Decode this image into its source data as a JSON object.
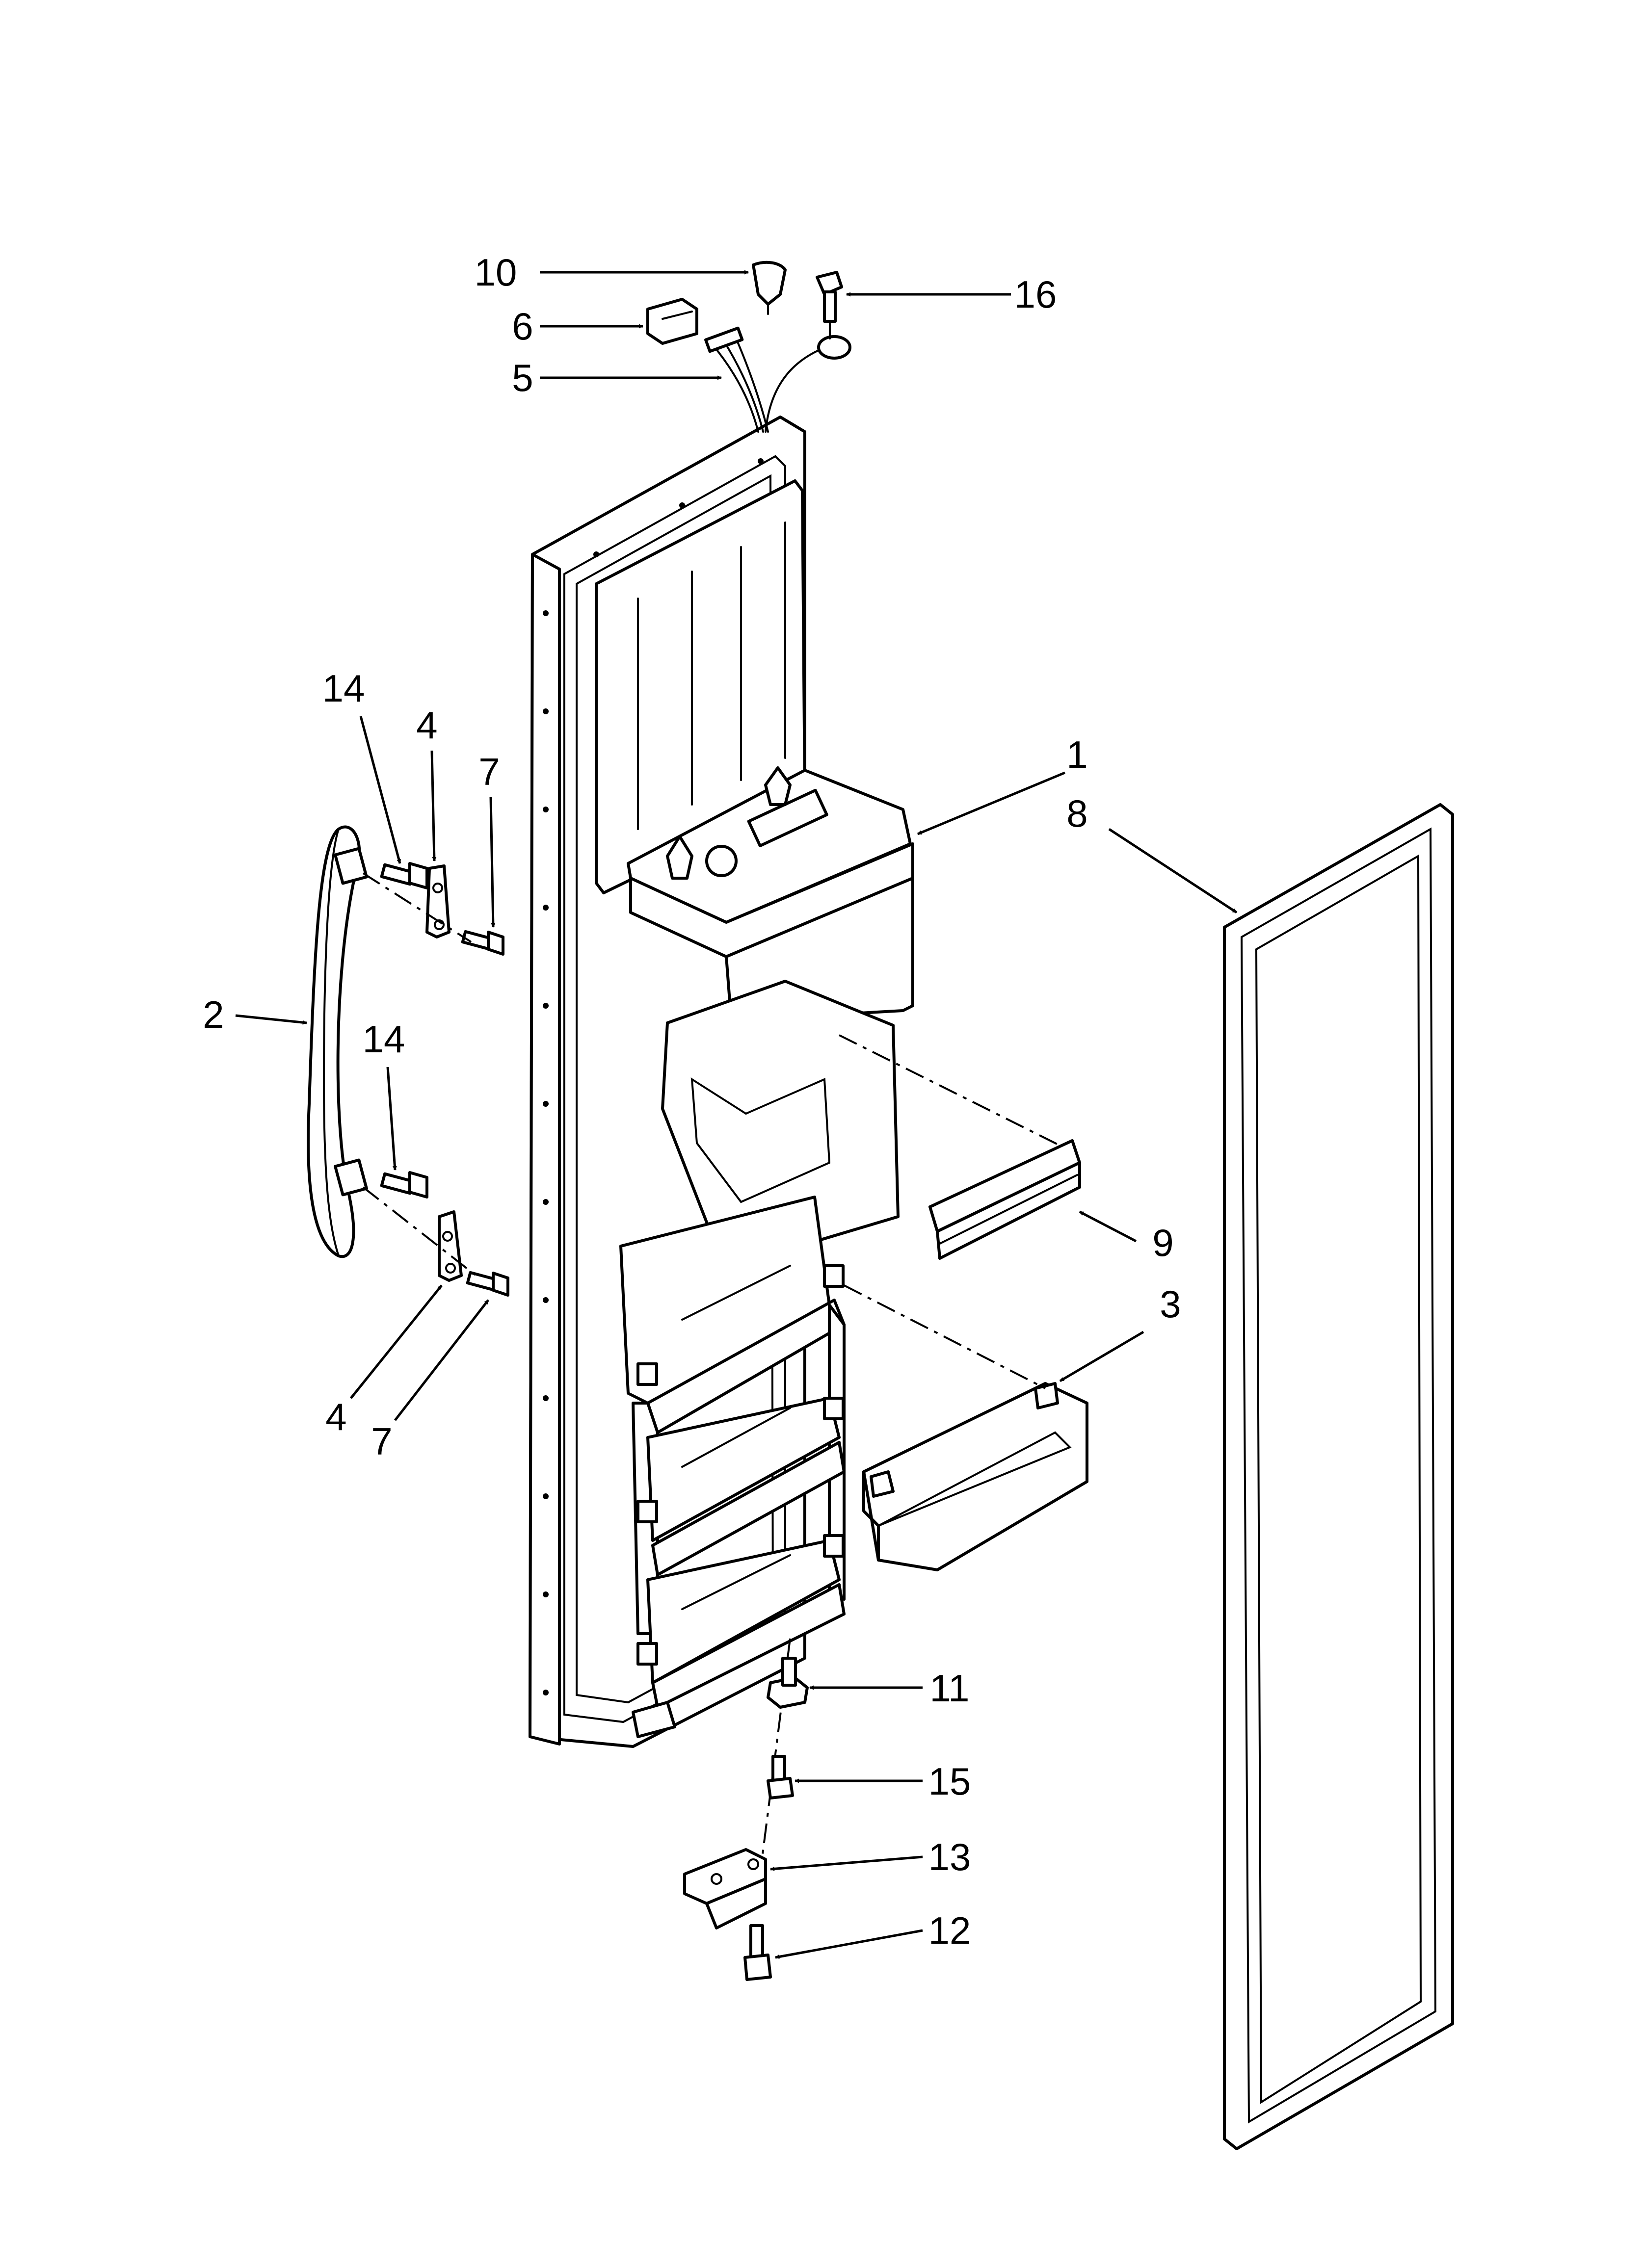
{
  "callouts": {
    "c1": "1",
    "c2": "2",
    "c3": "3",
    "c4a": "4",
    "c4b": "4",
    "c5": "5",
    "c6": "6",
    "c7a": "7",
    "c7b": "7",
    "c8": "8",
    "c9": "9",
    "c10": "10",
    "c11": "11",
    "c12": "12",
    "c13": "13",
    "c14a": "14",
    "c14b": "14",
    "c15": "15",
    "c16": "16"
  },
  "colors": {
    "line": "#000000",
    "background": "#ffffff"
  }
}
